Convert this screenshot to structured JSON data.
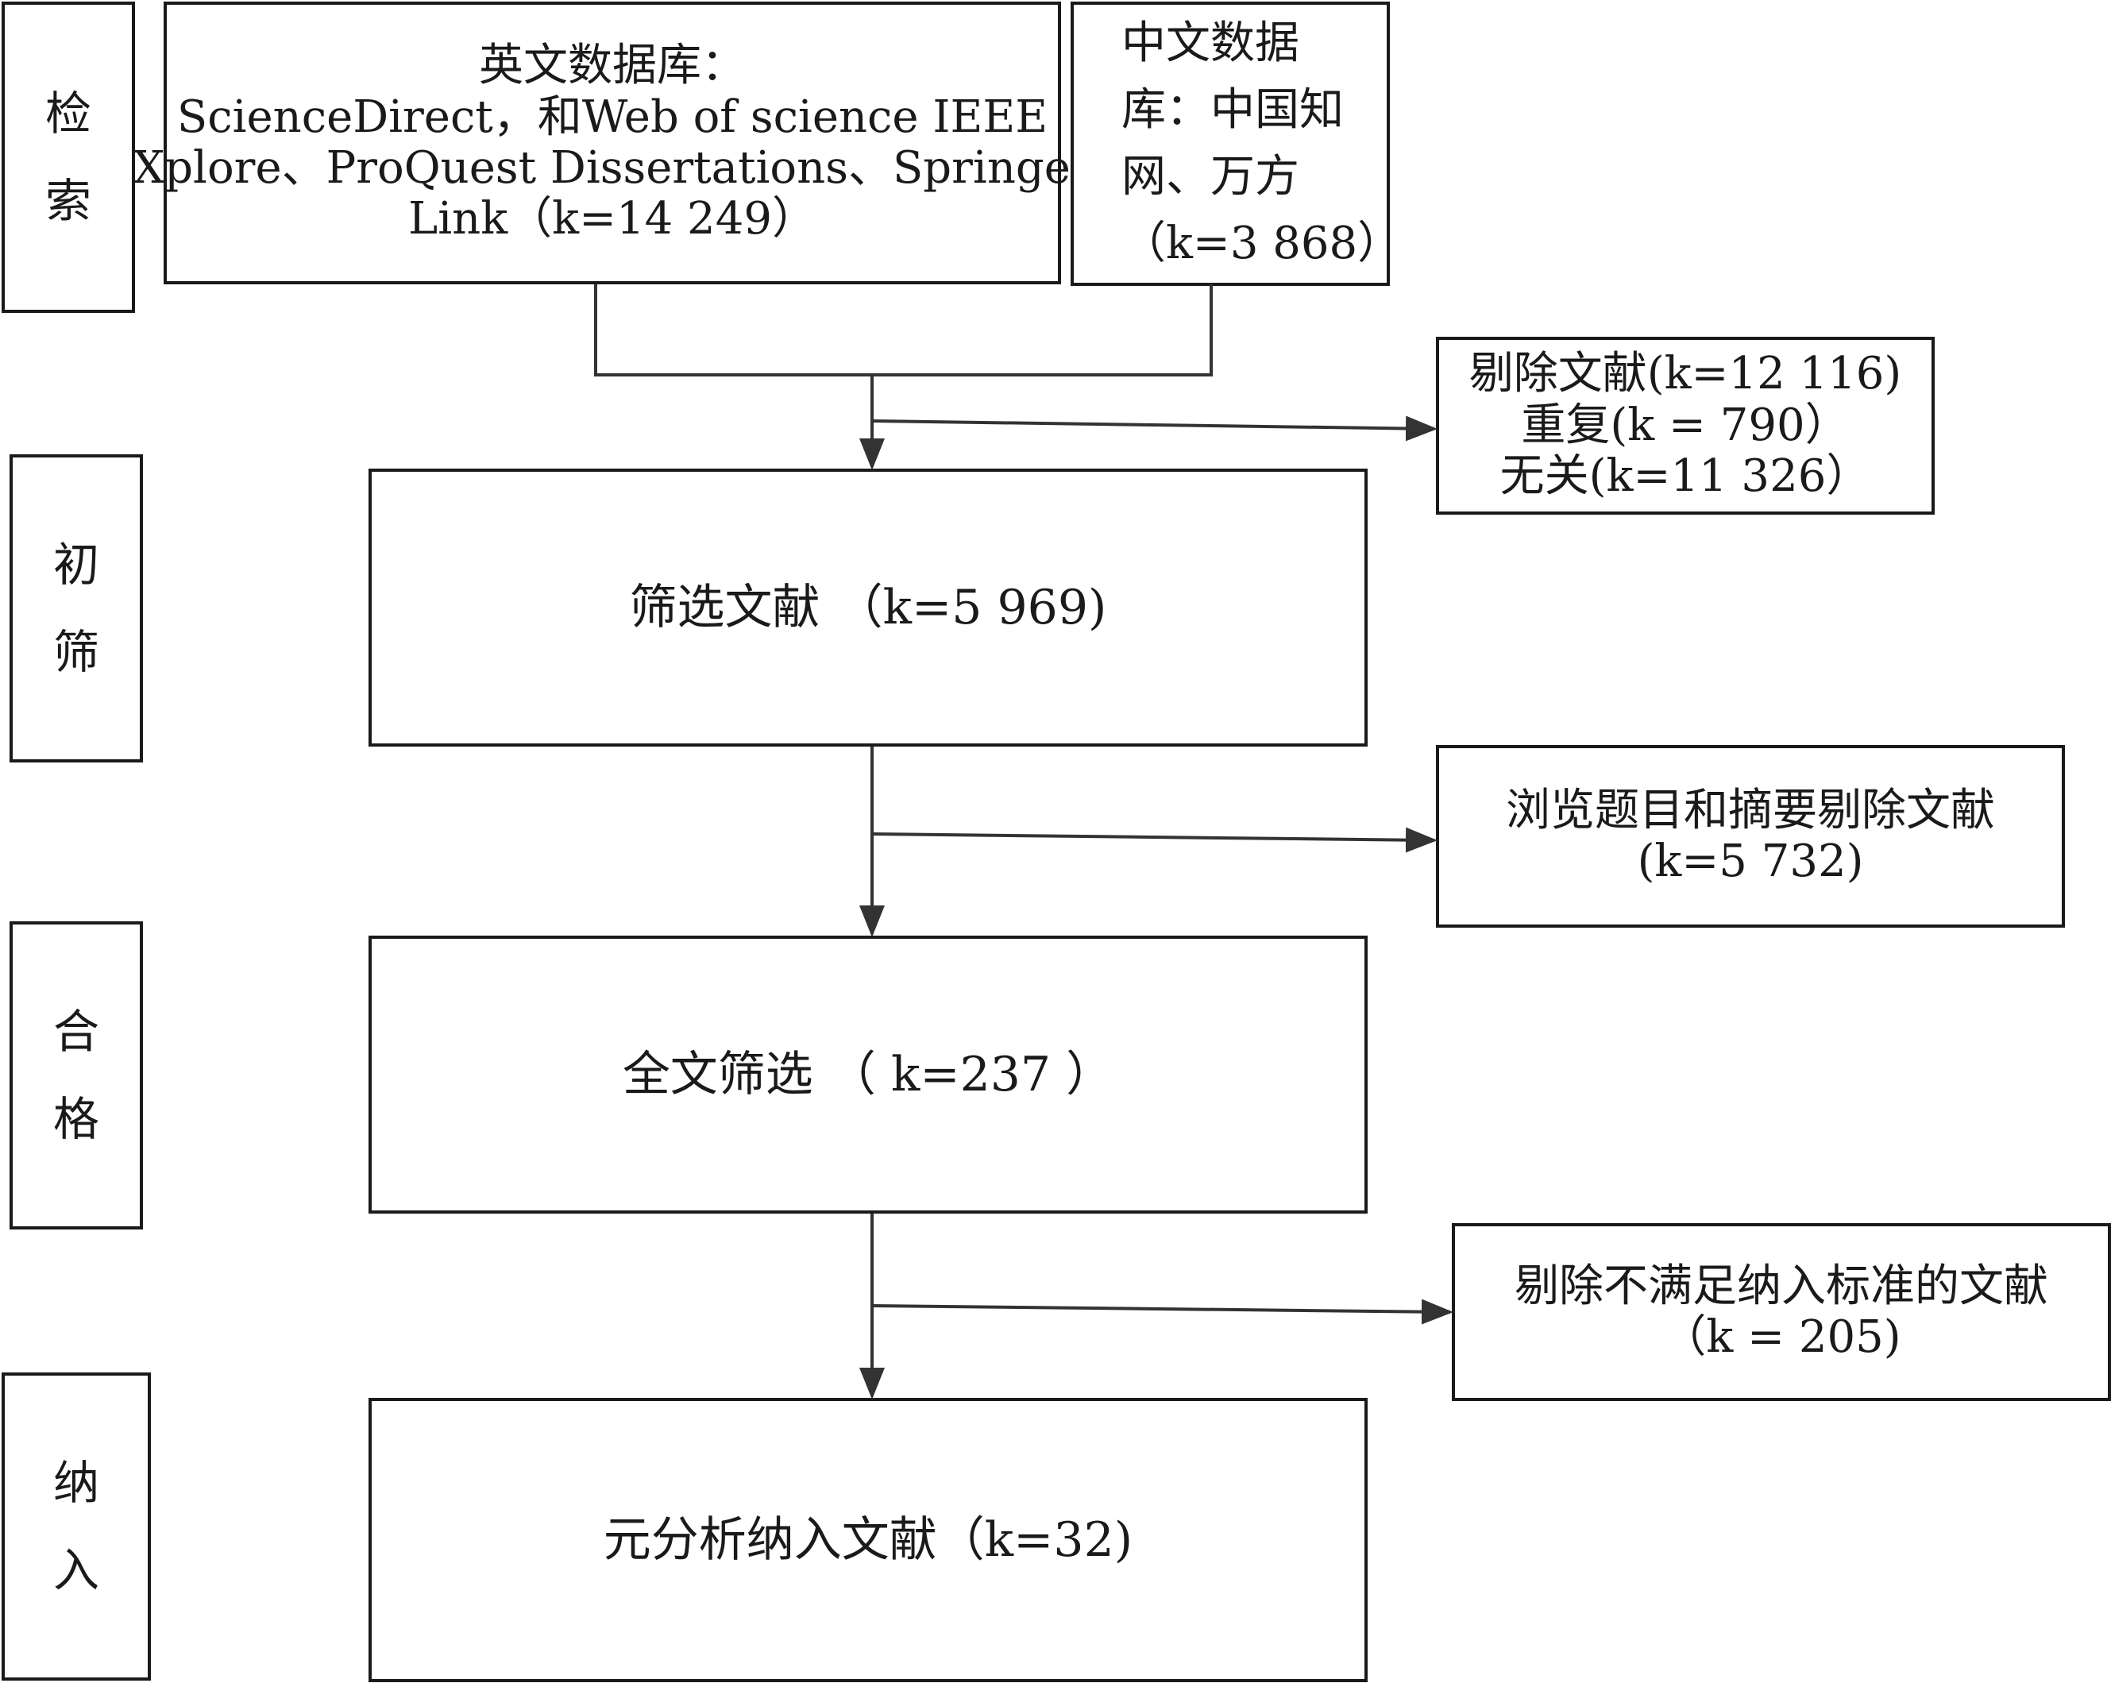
{
  "stages": {
    "retrieval": [
      "检",
      "索"
    ],
    "initial_screen": [
      "初",
      "筛"
    ],
    "eligibility": [
      "合",
      "格"
    ],
    "inclusion": [
      "纳",
      "入"
    ]
  },
  "sources": {
    "english": {
      "lines": [
        "英文数据库：",
        "ScienceDirect，和Web of science IEEE",
        "Xplore、ProQuest Dissertations、Springer",
        "Link（k=14 249）"
      ]
    },
    "chinese": {
      "lines": [
        "中文数据",
        "库：中国知",
        "网、万方",
        "（k=3 868）"
      ]
    }
  },
  "flow": {
    "screened": "筛选文献 （k=5 969)",
    "fulltext": "全文筛选 （ k=237 ）",
    "included": "元分析纳入文献（k=32)"
  },
  "exclusions": {
    "first": [
      "剔除文献(k=12 116)",
      "重复(k = 790）",
      "无关(k=11 326）"
    ],
    "second": [
      "浏览题目和摘要剔除文献",
      "(k=5 732)"
    ],
    "third": [
      "剔除不满足纳入标准的文献",
      "（k = 205)"
    ]
  }
}
